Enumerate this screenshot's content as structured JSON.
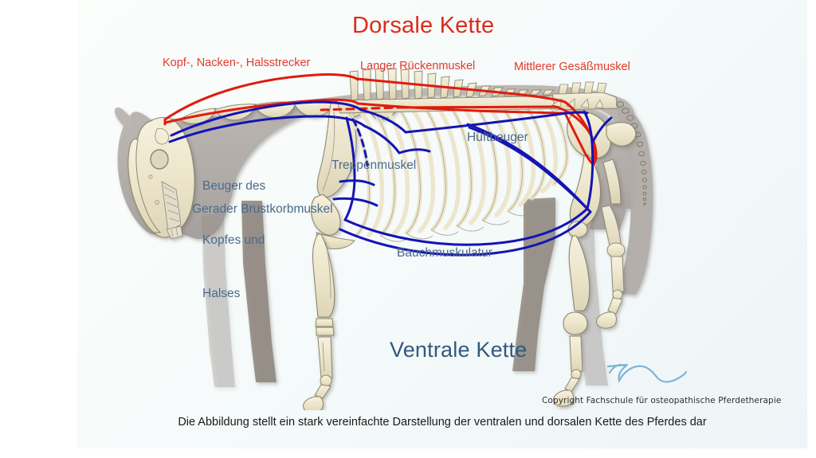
{
  "slide": {
    "title_dorsal": "Dorsale Kette",
    "title_ventral": "Ventrale Kette",
    "caption": "Die Abbildung stellt ein stark vereinfachte Darstellung der ventralen und dorsalen Kette des Pferdes dar",
    "copyright": "Copyright Fachschule für osteopathische Pferdetherapie",
    "signature": "T. D."
  },
  "colors": {
    "dorsal_chain_line": "#e01b0e",
    "ventral_chain_line": "#1414b4",
    "dorsal_title": "#dd2b1c",
    "ventral_title": "#31597d",
    "red_label": "#e23b2c",
    "blue_label": "#4a6a8c",
    "body_silhouette": "#b2adaa",
    "bone": "#eee8d2",
    "bone_outline": "#8a8a78",
    "slide_background": "#f6fafb",
    "page_background": "#ffffff",
    "caption_text": "#1a1a1a",
    "signature": "#7fb4d4"
  },
  "labels": {
    "dorsal": [
      {
        "id": "kopf-nacken-halsstrecker",
        "text": "Kopf-, Nacken-, Halsstrecker"
      },
      {
        "id": "langer-rueckenmuskel",
        "text": "Langer Rückenmuskel"
      },
      {
        "id": "mittlerer-gesaessmuskel",
        "text": "Mittlerer Gesäßmuskel"
      }
    ],
    "ventral": [
      {
        "id": "beuger-des-kopfes-und-halses",
        "line1": "Beuger des",
        "line2": "Kopfes und",
        "line3": "Halses"
      },
      {
        "id": "treppenmuskel",
        "text": "Treppenmuskel"
      },
      {
        "id": "gerader-brustkorbmuskel",
        "text": "Gerader Brustkorbmuskel"
      },
      {
        "id": "hueftbeuger",
        "text": "Hüftbeuger"
      },
      {
        "id": "bauchmuskulatur",
        "text": "Bauchmuskulatur"
      }
    ]
  },
  "diagram": {
    "subject": "horse-skeleton-lateral-view",
    "chain_dorsal_name": "Dorsale Kette",
    "chain_ventral_name": "Ventrale Kette"
  }
}
